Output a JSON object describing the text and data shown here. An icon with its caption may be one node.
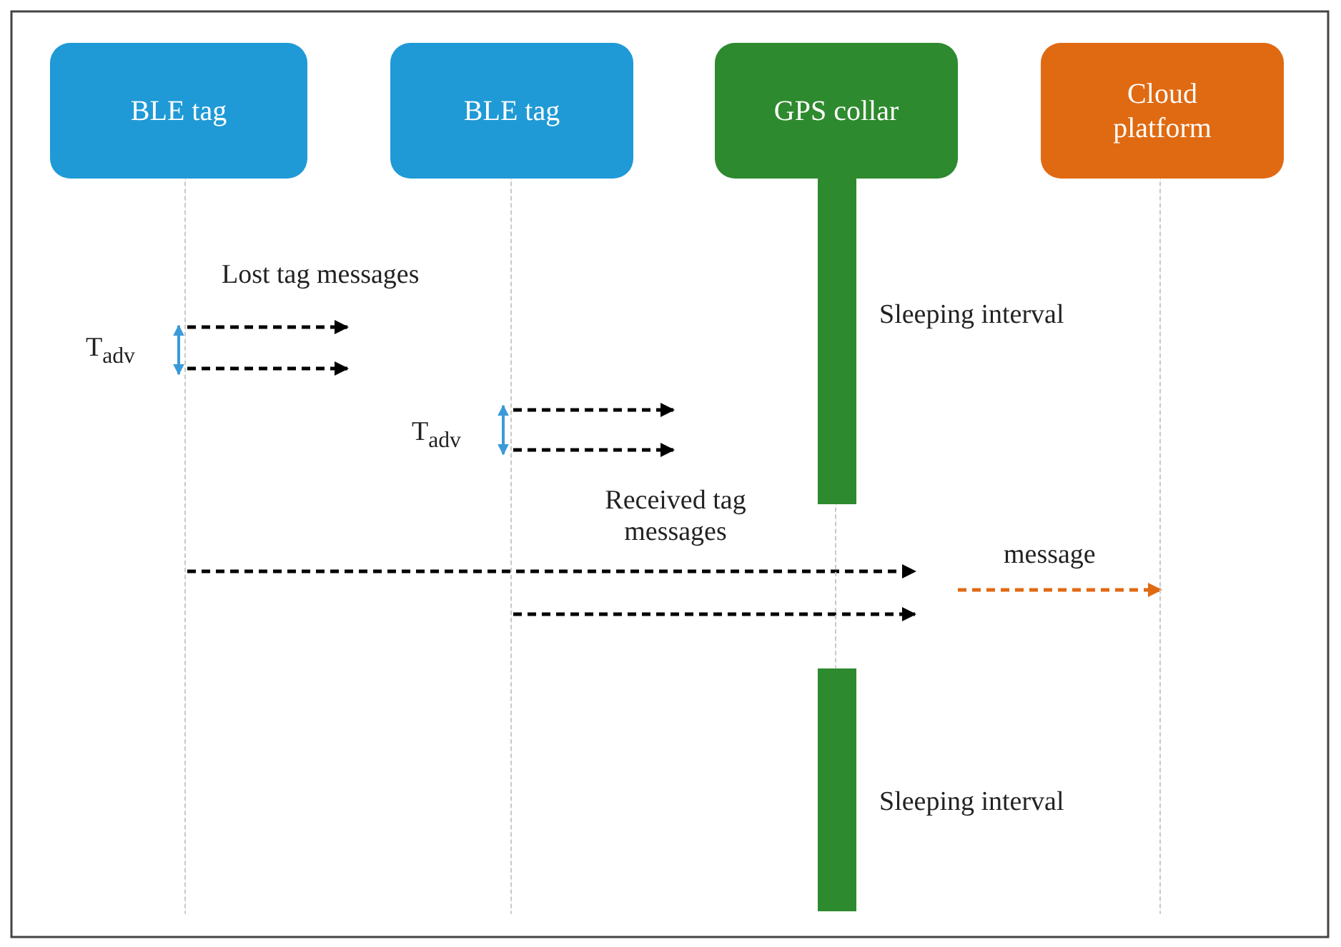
{
  "diagram": {
    "nodes": [
      {
        "text": [
          "BLE tag"
        ]
      },
      {
        "text": [
          "BLE tag"
        ]
      },
      {
        "text": [
          "GPS collar"
        ]
      },
      {
        "text": [
          "Cloud platform"
        ]
      },
      {
        "text": [],
        "shape": "bar",
        "beside": [
          "Sleeping interval"
        ]
      },
      {
        "text": [],
        "shape": "bar",
        "beside": [
          "Sleeping interval"
        ]
      },
      {
        "text": [],
        "shape": "line"
      },
      {
        "text": [],
        "shape": "line"
      },
      {
        "text": [],
        "shape": "line"
      },
      {
        "text": [],
        "shape": "line"
      }
    ],
    "edges": [
      {
        "from": 6,
        "to": null,
        "arrow": "to"
      },
      {
        "from": 6,
        "to": null,
        "arrow": "to"
      },
      {
        "from": 7,
        "to": null,
        "arrow": "to"
      },
      {
        "from": 7,
        "to": null,
        "arrow": "to"
      },
      {
        "from": 6,
        "to": null,
        "arrow": "to"
      },
      {
        "from": 7,
        "to": null,
        "arrow": "to"
      },
      {
        "from": null,
        "to": 9,
        "arrow": "to",
        "label": "message",
        "color": "#e06a12"
      }
    ],
    "labels": [
      "Lost tag messages",
      "T$_{adv}$",
      "T$_{adv}$",
      "Received tag messages"
    ]
  }
}
